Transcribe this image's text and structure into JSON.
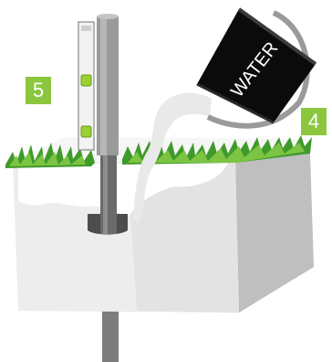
{
  "bucket": {
    "label": "WATER",
    "color": "#0b0b0b",
    "label_color": "#ffffff"
  },
  "steps": [
    {
      "number": "5",
      "color": "#8cc63f"
    },
    {
      "number": "4",
      "color": "#8cc63f"
    }
  ],
  "colors": {
    "grass": "#3f9a2b",
    "grass_light": "#7cc442",
    "soil_front": "#ececec",
    "soil_side": "#bdbdbd",
    "post": "#8f8f8f",
    "post_dark": "#5c5c5c",
    "level_body": "#f2f2f2",
    "bubble": "#9bd033",
    "water": "#e9e9e9",
    "handle": "#9a9a9a"
  },
  "icons": {
    "bucket": "water-bucket-icon",
    "level": "spirit-level-icon",
    "post": "fence-post-icon"
  }
}
